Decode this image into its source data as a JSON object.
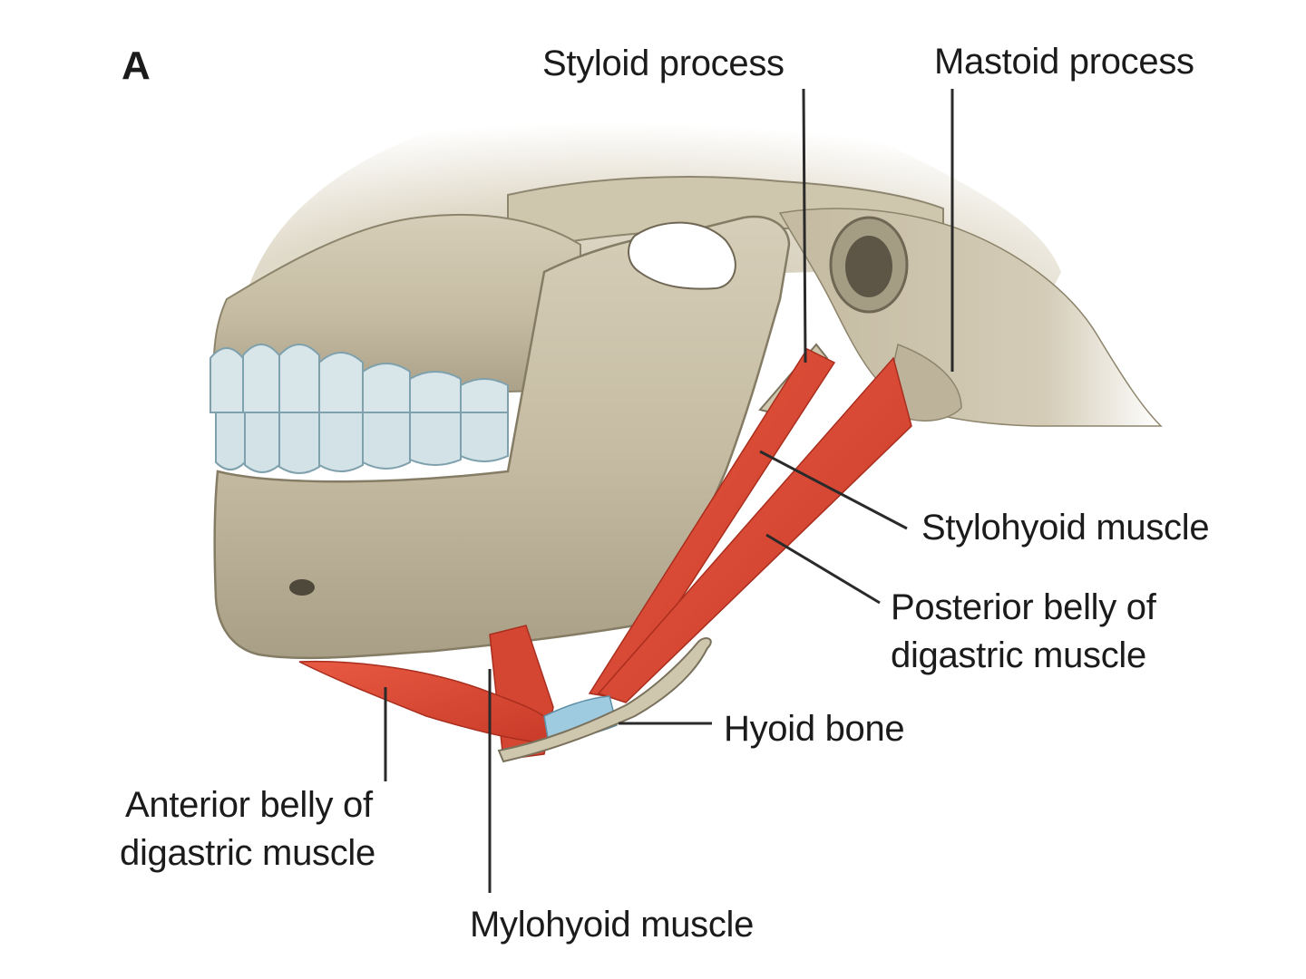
{
  "figure": {
    "panel_label": "A",
    "colors": {
      "bone": "#c7bda4",
      "bone_shadow": "#978e76",
      "muscle": "#df4c37",
      "teeth": "#d4e3e7",
      "tendon": "#9fcbe0",
      "leader": "#2a2a2a"
    }
  },
  "labels": {
    "styloid_process": "Styloid process",
    "mastoid_process": "Mastoid process",
    "stylohyoid_muscle": "Stylohyoid muscle",
    "posterior_belly_line1": "Posterior belly of",
    "posterior_belly_line2": "digastric muscle",
    "hyoid_bone": "Hyoid bone",
    "anterior_belly_line1": "Anterior belly of",
    "anterior_belly_line2": "digastric muscle",
    "mylohyoid_muscle": "Mylohyoid muscle"
  }
}
